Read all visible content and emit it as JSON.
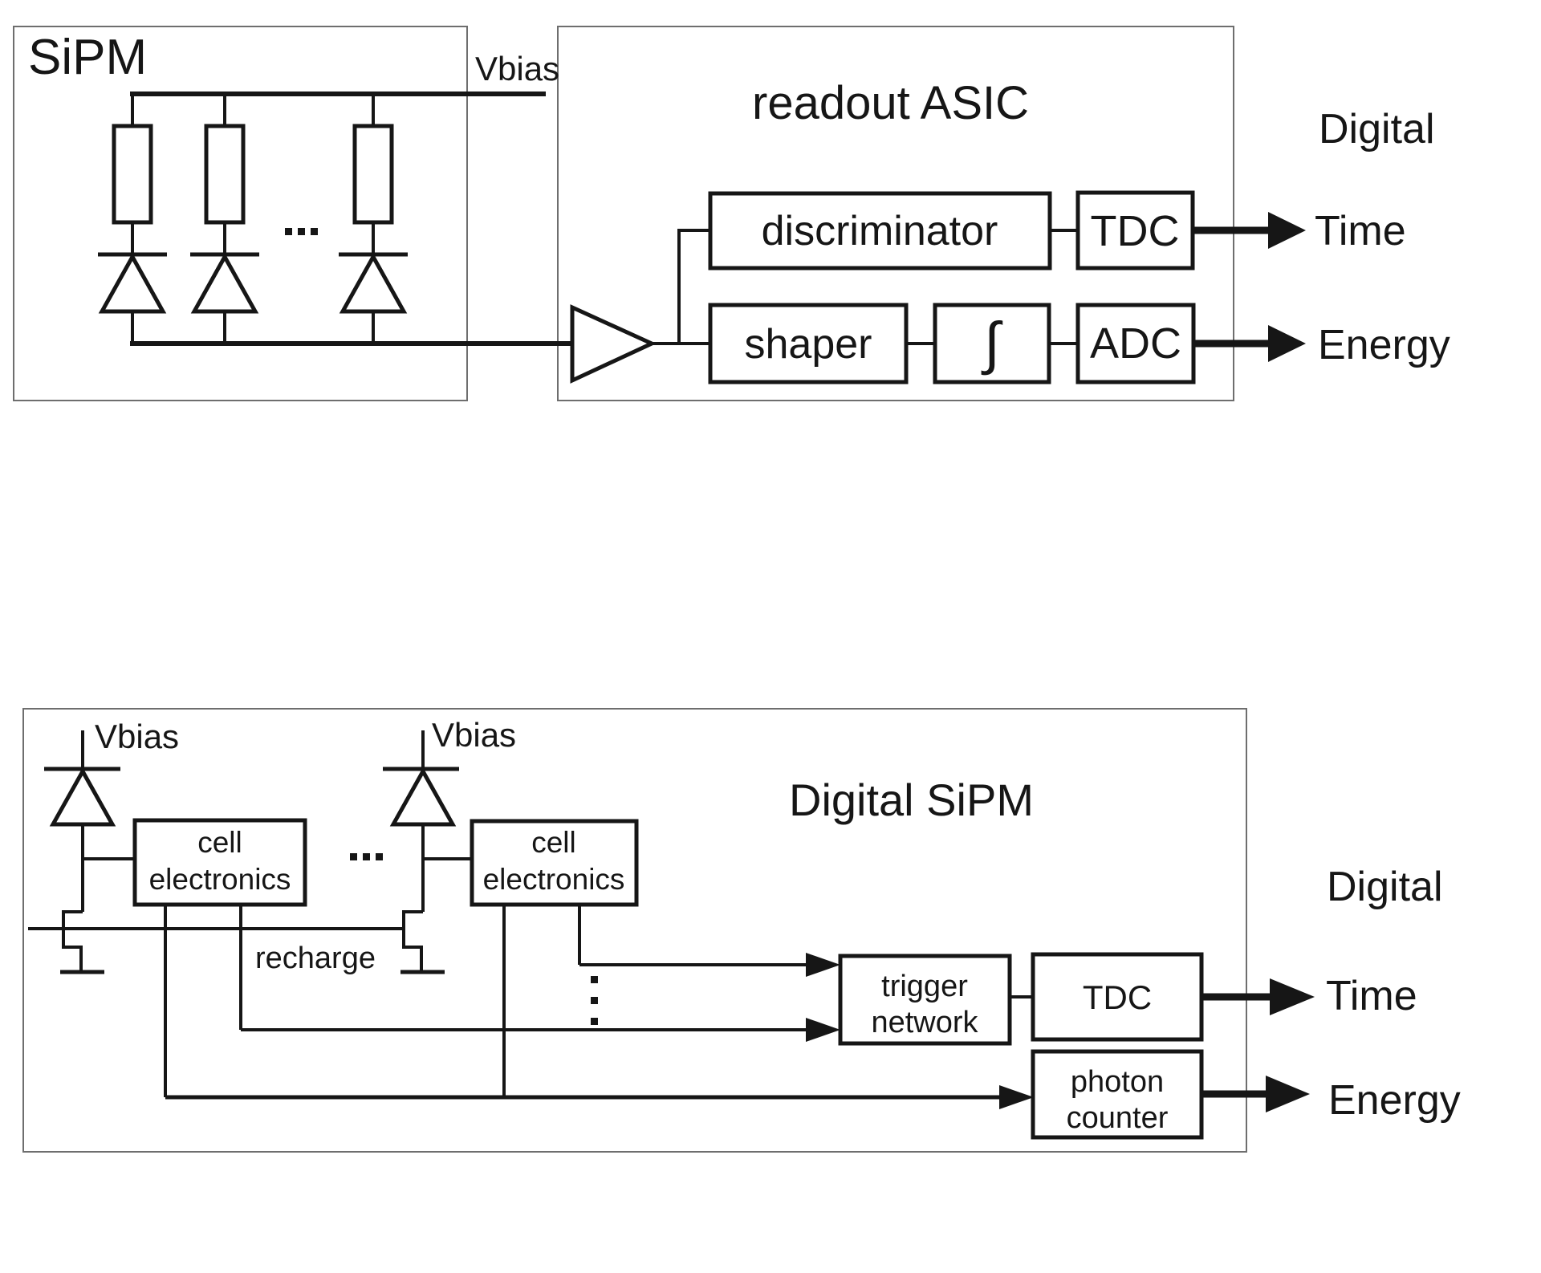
{
  "top": {
    "sipm_label": "SiPM",
    "vbias_label": "Vbias",
    "asic_title": "readout ASIC",
    "discriminator_label": "discriminator",
    "tdc_label": "TDC",
    "shaper_label": "shaper",
    "integrator_label": "∫",
    "adc_label": "ADC",
    "output_group_label": "Digital",
    "time_label": "Time",
    "energy_label": "Energy"
  },
  "bottom": {
    "title": "Digital SiPM",
    "vbias_left_label": "Vbias",
    "vbias_right_label": "Vbias",
    "cell_left": {
      "line1": "cell",
      "line2": "electronics"
    },
    "cell_right": {
      "line1": "cell",
      "line2": "electronics"
    },
    "recharge_label": "recharge",
    "trigger_network": {
      "line1": "trigger",
      "line2": "network"
    },
    "tdc_label": "TDC",
    "photon_counter": {
      "line1": "photon",
      "line2": "counter"
    },
    "output_group_label": "Digital",
    "time_label": "Time",
    "energy_label": "Energy"
  },
  "icons": {
    "horizontal_ellipsis": "...",
    "vertical_ellipsis": "⋮"
  },
  "colors": {
    "line": "#161616",
    "container_border": "#6e6e6e",
    "background": "#ffffff"
  }
}
